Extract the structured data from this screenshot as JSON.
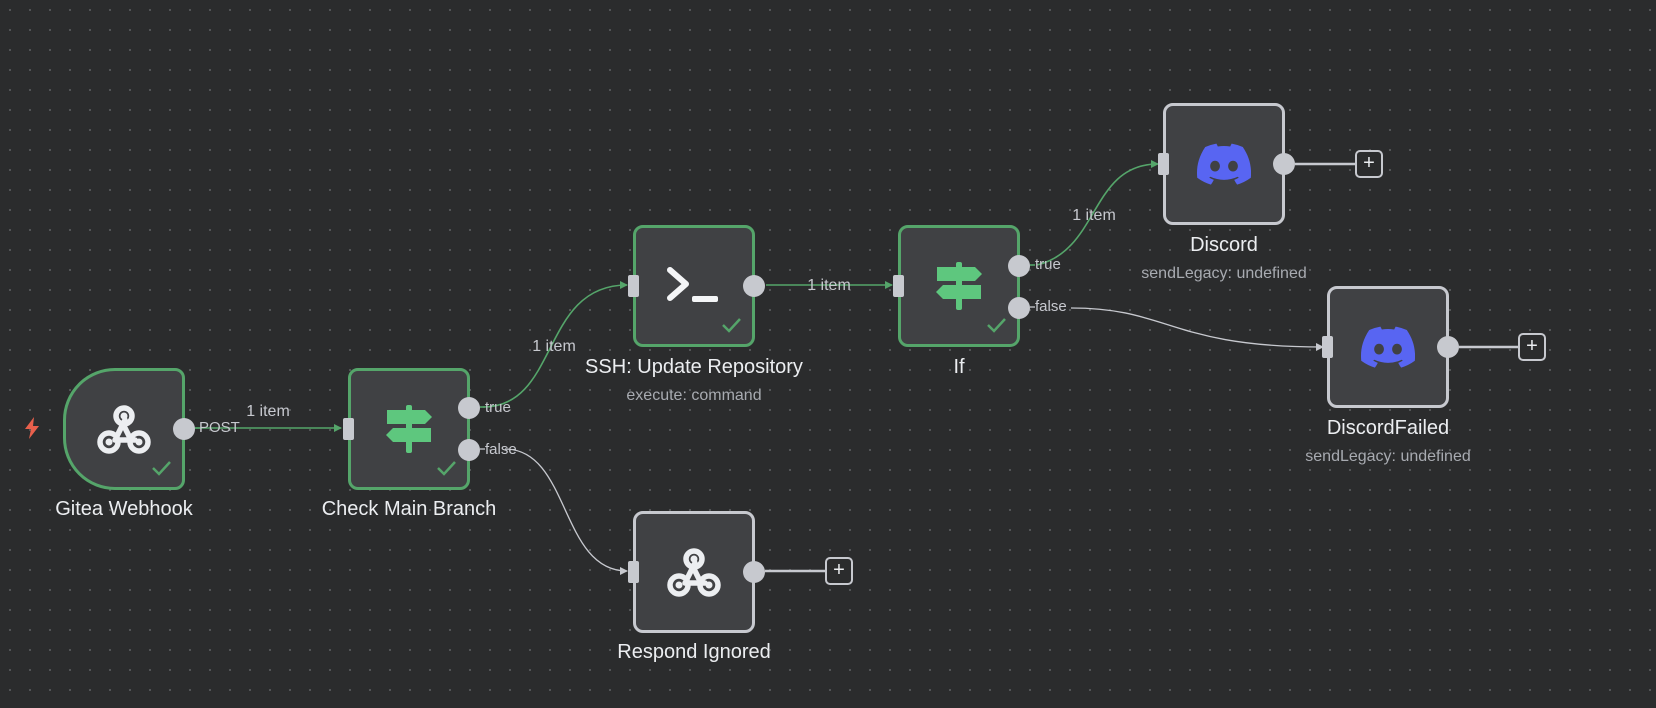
{
  "colors": {
    "canvas_bg": "#2b2c2d",
    "node_bg": "#404144",
    "success": "#55a56a",
    "icon_green": "#5ec77e",
    "neutral": "#c7c9cf",
    "discord": "#5865f2",
    "trigger": "#e8604c"
  },
  "nodes": {
    "gitea_webhook": {
      "label": "Gitea Webhook",
      "icon": "webhook-icon",
      "status": "success",
      "output_label": "POST"
    },
    "check_main_branch": {
      "label": "Check Main Branch",
      "icon": "if-signpost-icon",
      "status": "success",
      "outputs": [
        "true",
        "false"
      ]
    },
    "ssh_update_repository": {
      "label": "SSH: Update Repository",
      "subtitle": "execute: command",
      "icon": "terminal-icon",
      "status": "success"
    },
    "if": {
      "label": "If",
      "icon": "if-signpost-icon",
      "status": "success",
      "outputs": [
        "true",
        "false"
      ]
    },
    "discord": {
      "label": "Discord",
      "subtitle": "sendLegacy: undefined",
      "icon": "discord-icon",
      "status": "idle"
    },
    "discord_failed": {
      "label": "DiscordFailed",
      "subtitle": "sendLegacy: undefined",
      "icon": "discord-icon",
      "status": "idle"
    },
    "respond_ignored": {
      "label": "Respond Ignored",
      "icon": "webhook-icon",
      "status": "idle"
    }
  },
  "edges": [
    {
      "from": "gitea_webhook",
      "to": "check_main_branch",
      "label": "1 item",
      "executed": true
    },
    {
      "from": "check_main_branch.true",
      "to": "ssh_update_repository",
      "label": "1 item",
      "executed": true
    },
    {
      "from": "check_main_branch.false",
      "to": "respond_ignored",
      "label": "",
      "executed": false
    },
    {
      "from": "ssh_update_repository",
      "to": "if",
      "label": "1 item",
      "executed": true
    },
    {
      "from": "if.true",
      "to": "discord",
      "label": "1 item",
      "executed": true
    },
    {
      "from": "if.false",
      "to": "discord_failed",
      "label": "",
      "executed": false
    }
  ],
  "add_button_label": "+"
}
